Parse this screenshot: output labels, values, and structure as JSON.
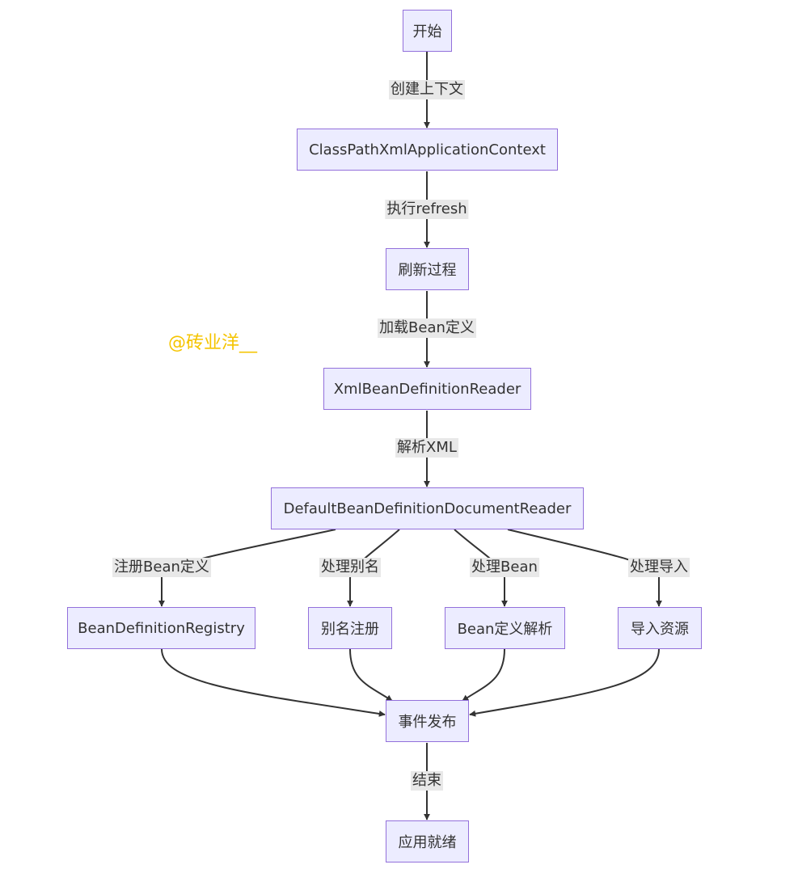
{
  "nodes": {
    "start": "开始",
    "classpath_context": "ClassPathXmlApplicationContext",
    "refresh_process": "刷新过程",
    "xml_reader": "XmlBeanDefinitionReader",
    "document_reader": "DefaultBeanDefinitionDocumentReader",
    "registry": "BeanDefinitionRegistry",
    "alias_register": "别名注册",
    "bean_def_parse": "Bean定义解析",
    "import_resource": "导入资源",
    "event_publish": "事件发布",
    "app_ready": "应用就绪"
  },
  "edge_labels": {
    "create_context": "创建上下文",
    "exec_refresh": "执行refresh",
    "load_bean_def": "加载Bean定义",
    "parse_xml": "解析XML",
    "register_bean_def": "注册Bean定义",
    "handle_alias": "处理别名",
    "handle_bean": "处理Bean",
    "handle_import": "处理导入",
    "end": "结束"
  },
  "watermark": "@砖业洋__",
  "colors": {
    "node_fill": "#ececff",
    "node_border": "#9370db",
    "edge": "#333333",
    "edge_label_bg": "#e8e8e8",
    "watermark": "#f5c400"
  }
}
